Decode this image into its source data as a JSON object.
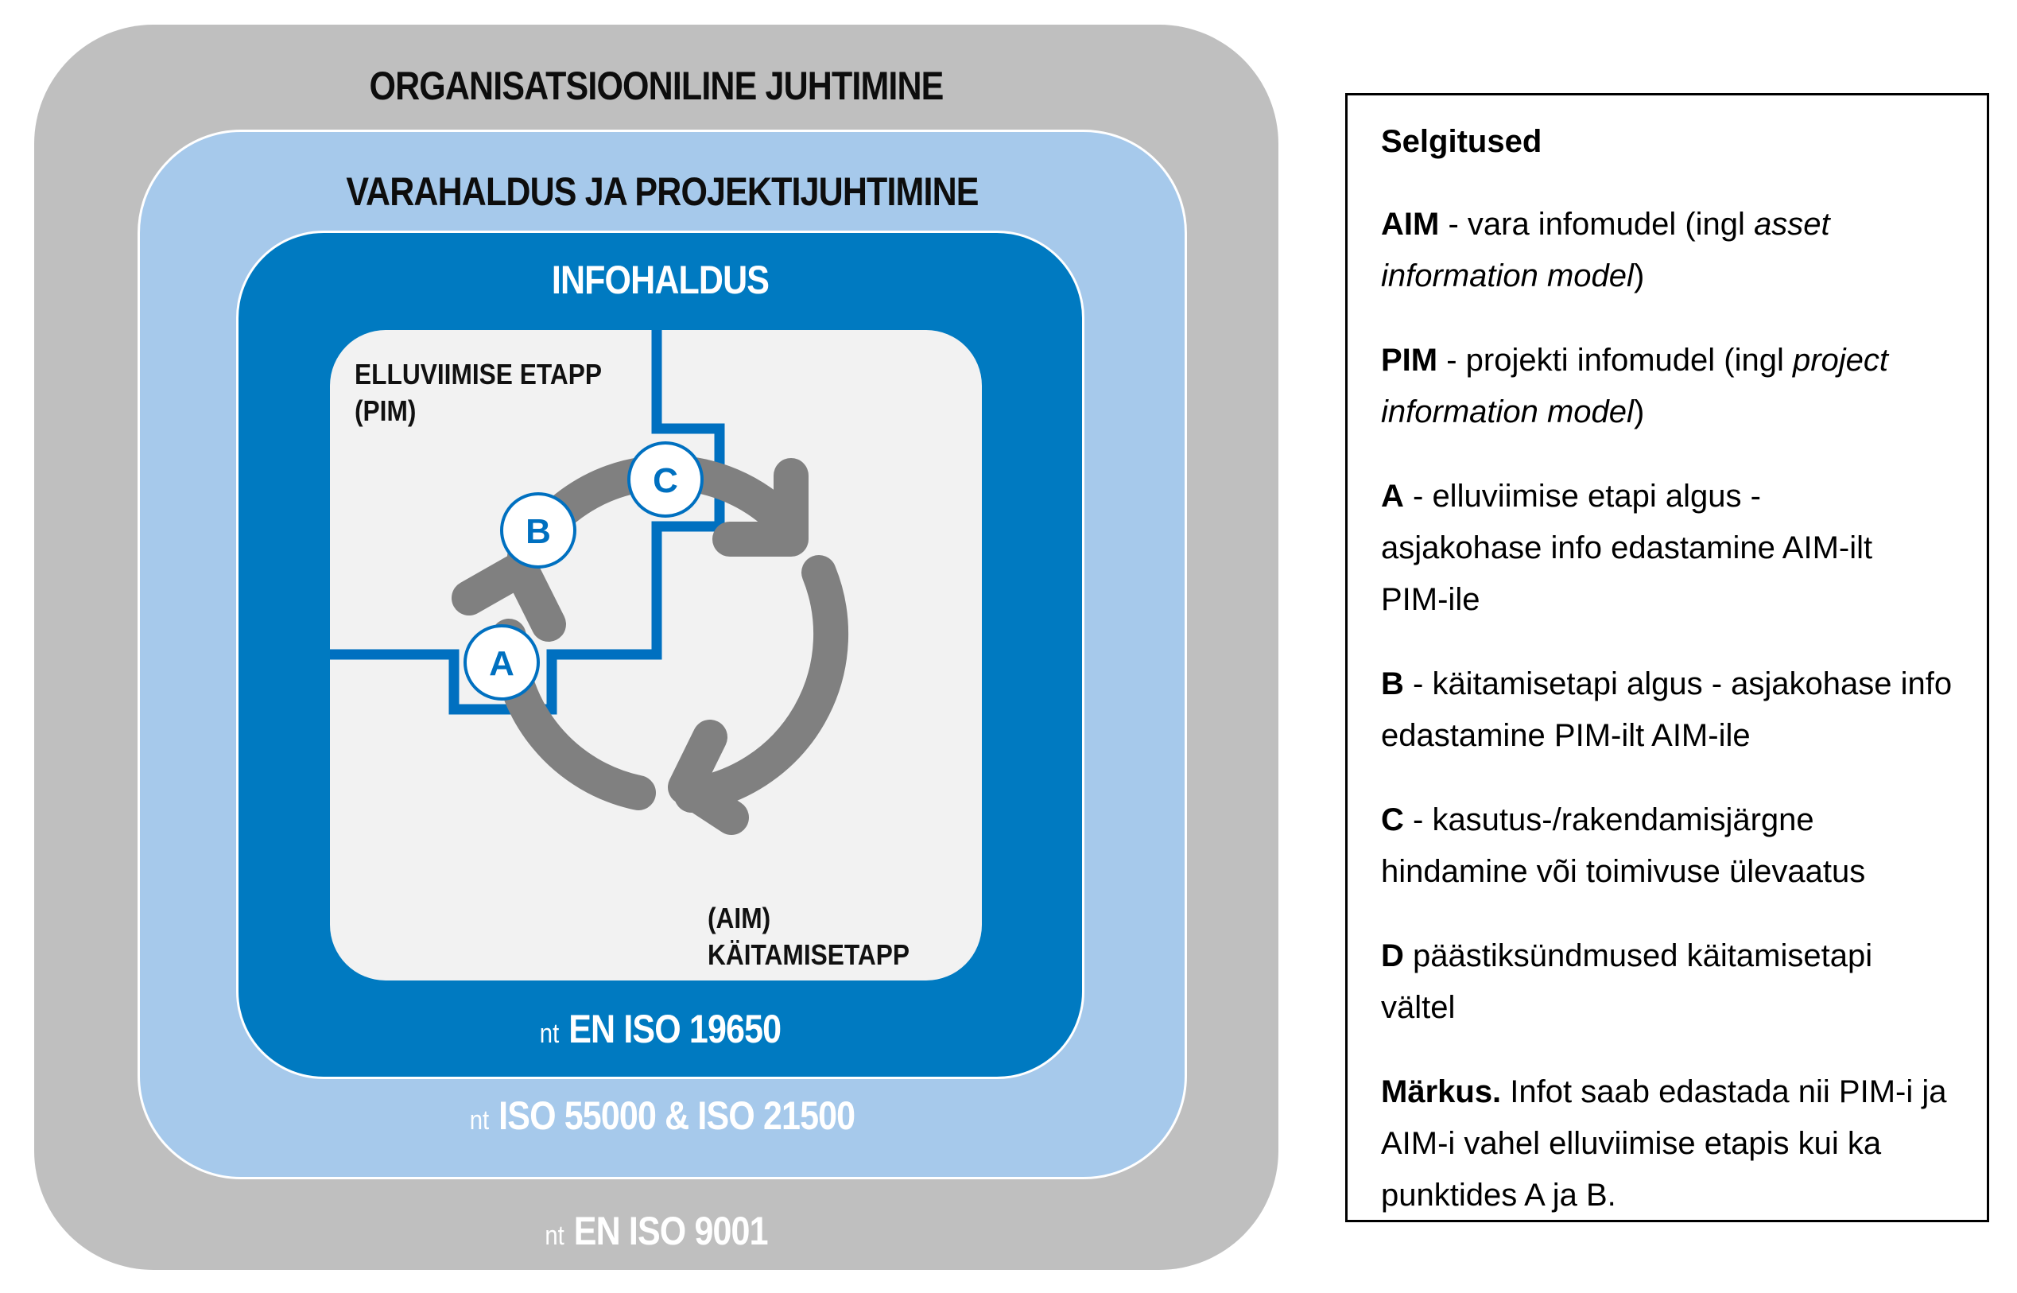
{
  "diagram": {
    "colors": {
      "organization_layer": "#BFBFBF",
      "asset_project_layer": "#A6C9EB",
      "information_layer": "#007AC1",
      "inner_panel": "#F2F2F2",
      "cycle_arrows": "#808080",
      "boundary_line": "#0070C0",
      "marker_text": "#0070C0"
    },
    "layers": {
      "organization": {
        "title": "ORGANISATSIOONILINE JUHTIMINE",
        "standard_prefix": "nt",
        "standard": "EN ISO 9001"
      },
      "asset_project": {
        "title": "VARAHALDUS JA PROJEKTIJUHTIMINE",
        "standard_prefix": "nt",
        "standard": "ISO 55000 & ISO 21500"
      },
      "information": {
        "title": "INFOHALDUS",
        "standard_prefix": "nt",
        "standard": "EN ISO 19650"
      }
    },
    "phases": {
      "delivery": {
        "line1": "ELLUVIIMISE ETAPP",
        "line2": "(PIM)"
      },
      "operation": {
        "line1": "(AIM)",
        "line2": "KÄITAMISETAPP"
      }
    },
    "markers": [
      {
        "id": "A",
        "label": "A"
      },
      {
        "id": "B",
        "label": "B"
      },
      {
        "id": "C",
        "label": "C"
      }
    ]
  },
  "legend": {
    "title": "Selgitused",
    "items": [
      {
        "key": "AIM",
        "sep": " - ",
        "text": "vara infomudel (ingl ",
        "italic": "asset information model",
        "tail": ")"
      },
      {
        "key": "PIM",
        "sep": " - ",
        "text": "projekti infomudel (ingl ",
        "italic": "project information model",
        "tail": ")"
      },
      {
        "key": "A",
        "sep": " - ",
        "text": "elluviimise etapi algus - asjakohase info edastamine AIM-ilt PIM-ile",
        "italic": "",
        "tail": ""
      },
      {
        "key": "B",
        "sep": " - ",
        "text": "käitamisetapi algus - asjakohase info edastamine PIM-ilt AIM-ile",
        "italic": "",
        "tail": ""
      },
      {
        "key": "C",
        "sep": " - ",
        "text": "kasutus-/rakendamisjärgne hindamine või toimivuse ülevaatus",
        "italic": "",
        "tail": ""
      },
      {
        "key": "D",
        "sep": " ",
        "text": "päästiksündmused käitamisetapi vältel",
        "italic": "",
        "tail": ""
      },
      {
        "key": "Märkus.",
        "sep": " ",
        "text": "Infot saab edastada nii PIM-i ja AIM-i vahel elluviimise etapis kui ka punktides A ja B.",
        "italic": "",
        "tail": ""
      }
    ]
  }
}
